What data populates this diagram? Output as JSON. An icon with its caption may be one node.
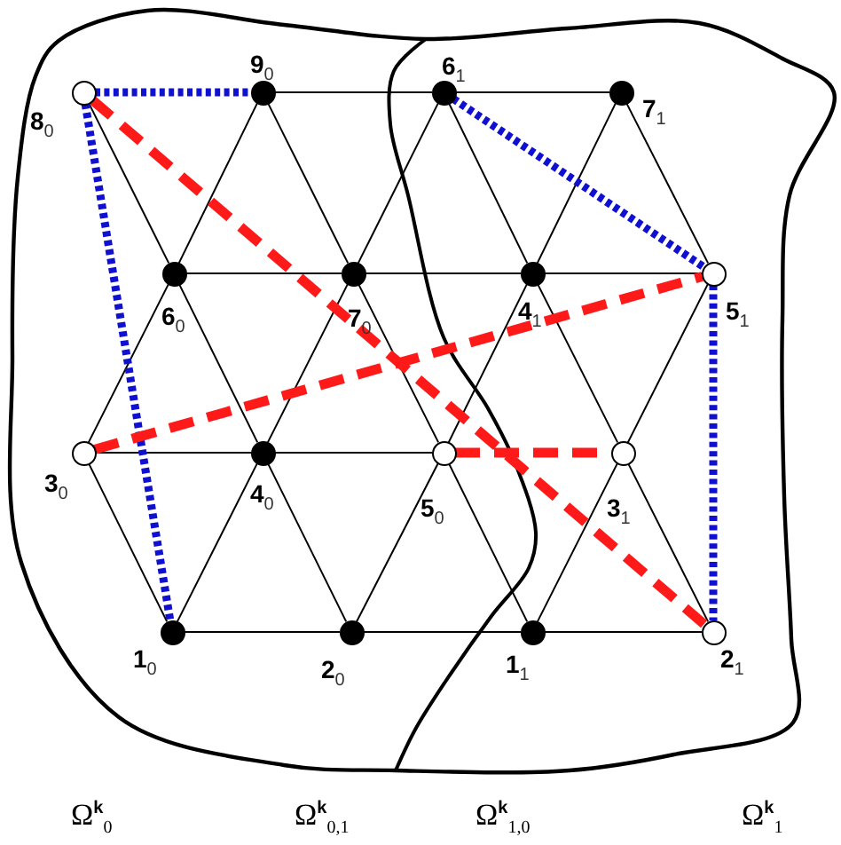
{
  "diagram": {
    "nodes": [
      {
        "text": [
          "8$_{0}$"
        ]
      },
      {
        "text": [
          "9$_{0}$"
        ]
      },
      {
        "text": [
          "6$_{1}$"
        ]
      },
      {
        "text": [
          "7$_{1}$"
        ]
      },
      {
        "text": [
          "6$_{0}$"
        ]
      },
      {
        "text": [
          "7$_{0}$"
        ]
      },
      {
        "text": [
          "4$_{1}$"
        ]
      },
      {
        "text": [
          "5$_{1}$"
        ]
      },
      {
        "text": [
          "3$_{0}$"
        ]
      },
      {
        "text": [
          "4$_{0}$"
        ]
      },
      {
        "text": [
          "5$_{0}$"
        ]
      },
      {
        "text": [
          "3$_{1}$"
        ]
      },
      {
        "text": [
          "1$_{0}$"
        ]
      },
      {
        "text": [
          "2$_{0}$"
        ]
      },
      {
        "text": [
          "1$_{1}$"
        ]
      },
      {
        "text": [
          "2$_{1}$"
        ]
      }
    ],
    "edges": [
      {
        "from": 1,
        "to": 2,
        "arrow": "none"
      },
      {
        "from": 2,
        "to": 3,
        "arrow": "none"
      },
      {
        "from": 4,
        "to": 5,
        "arrow": "none"
      },
      {
        "from": 5,
        "to": 6,
        "arrow": "none"
      },
      {
        "from": 6,
        "to": 7,
        "arrow": "none"
      },
      {
        "from": 8,
        "to": 9,
        "arrow": "none"
      },
      {
        "from": 9,
        "to": 10,
        "arrow": "none"
      },
      {
        "from": 12,
        "to": 13,
        "arrow": "none"
      },
      {
        "from": 13,
        "to": 14,
        "arrow": "none"
      },
      {
        "from": 14,
        "to": 15,
        "arrow": "none"
      },
      {
        "from": 0,
        "to": 4,
        "arrow": "none"
      },
      {
        "from": 1,
        "to": 4,
        "arrow": "none"
      },
      {
        "from": 1,
        "to": 5,
        "arrow": "none"
      },
      {
        "from": 2,
        "to": 5,
        "arrow": "none"
      },
      {
        "from": 2,
        "to": 6,
        "arrow": "none"
      },
      {
        "from": 3,
        "to": 6,
        "arrow": "none"
      },
      {
        "from": 3,
        "to": 7,
        "arrow": "none"
      },
      {
        "from": 4,
        "to": 8,
        "arrow": "none"
      },
      {
        "from": 4,
        "to": 9,
        "arrow": "none"
      },
      {
        "from": 5,
        "to": 9,
        "arrow": "none"
      },
      {
        "from": 5,
        "to": 10,
        "arrow": "none"
      },
      {
        "from": 6,
        "to": 10,
        "arrow": "none"
      },
      {
        "from": 6,
        "to": 11,
        "arrow": "none"
      },
      {
        "from": 7,
        "to": 11,
        "arrow": "none"
      },
      {
        "from": 8,
        "to": 12,
        "arrow": "none"
      },
      {
        "from": 9,
        "to": 12,
        "arrow": "none"
      },
      {
        "from": 9,
        "to": 13,
        "arrow": "none"
      },
      {
        "from": 10,
        "to": 13,
        "arrow": "none"
      },
      {
        "from": 10,
        "to": 14,
        "arrow": "none"
      },
      {
        "from": 11,
        "to": 14,
        "arrow": "none"
      },
      {
        "from": 11,
        "to": 15,
        "arrow": "none"
      },
      {
        "from": 0,
        "to": 1,
        "arrow": "none",
        "style": "dashed",
        "color": "#1010d0"
      },
      {
        "from": 0,
        "to": 12,
        "arrow": "none",
        "style": "dashed",
        "color": "#1010d0"
      },
      {
        "from": 2,
        "to": 7,
        "arrow": "none",
        "style": "dashed",
        "color": "#1010d0"
      },
      {
        "from": 7,
        "to": 15,
        "arrow": "none",
        "style": "dashed",
        "color": "#1010d0"
      },
      {
        "from": 0,
        "to": 15,
        "arrow": "none",
        "style": "dashed",
        "color": "#ff1a1a"
      },
      {
        "from": 8,
        "to": 7,
        "arrow": "none",
        "style": "dashed",
        "color": "#ff1a1a"
      },
      {
        "from": 10,
        "to": 11,
        "arrow": "none",
        "style": "dashed",
        "color": "#ff1a1a"
      }
    ],
    "labels": [
      "Ω$^{k}$$_{0}$",
      "Ω$^{k}$$_{0,1}$",
      "Ω$^{k}$$_{1,0}$",
      "Ω$^{k}$$_{1}$"
    ]
  }
}
